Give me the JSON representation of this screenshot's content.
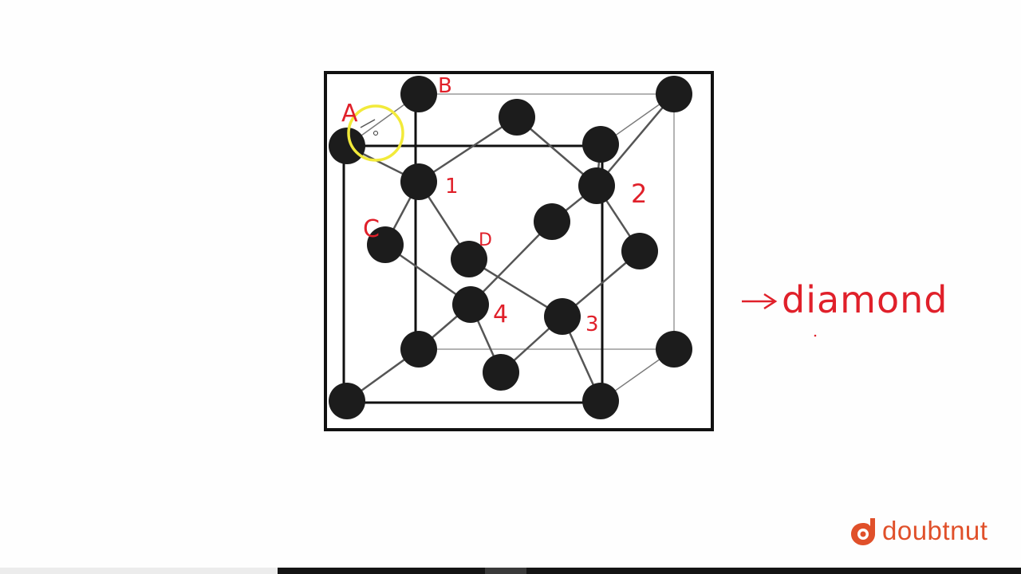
{
  "labels": {
    "A": "A",
    "B": "B",
    "C": "C",
    "D": "D",
    "n1": "1",
    "n2": "2",
    "n3": "3",
    "n4": "4"
  },
  "annotation": {
    "text": "diamond",
    "arrow": "→"
  },
  "logo": {
    "text": "doubtnut",
    "icon": "doubtnut-logo-icon",
    "color": "#e0502a"
  },
  "colors": {
    "atom": "#1c1c1c",
    "ink": "#e0202a",
    "highlight": "#f2ea3a",
    "frame": "#111111"
  }
}
